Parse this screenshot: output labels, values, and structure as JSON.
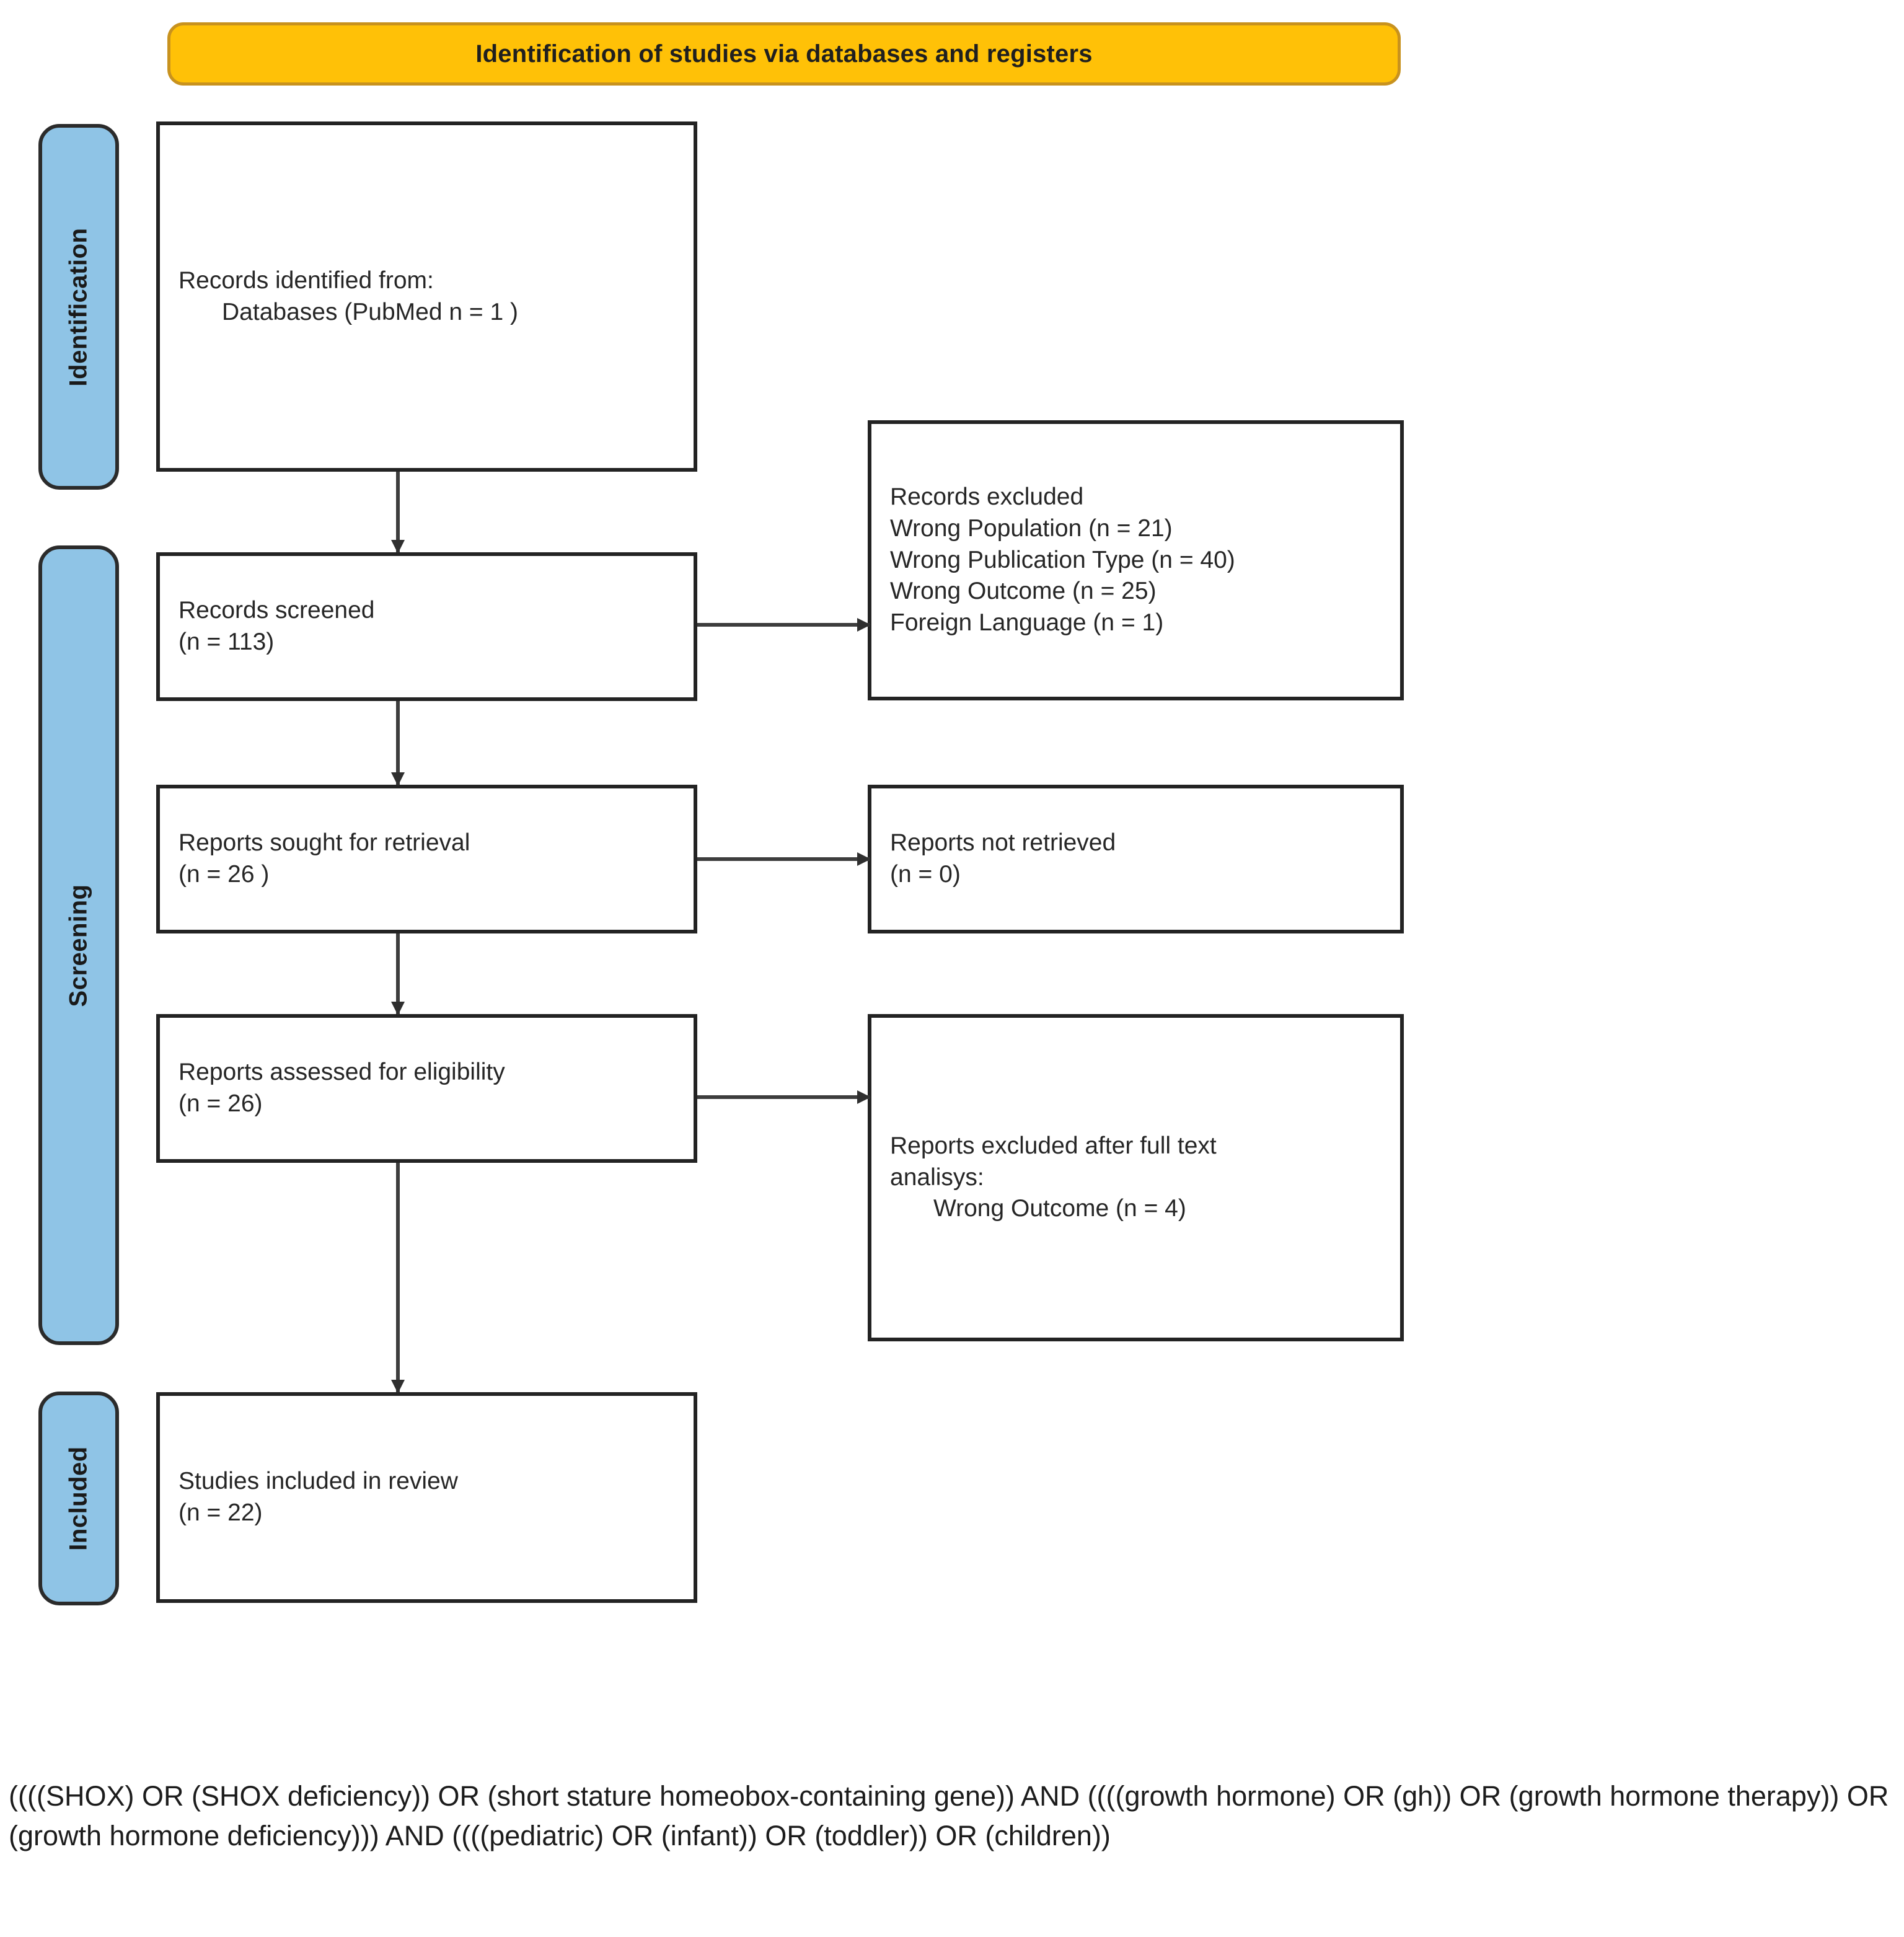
{
  "figure": {
    "type": "prisma-flow-diagram",
    "title": "Identification of studies via databases and registers"
  },
  "colors": {
    "banner_fill": "#FFC107",
    "banner_border": "#C8921E",
    "stage_fill": "#8FC4E6",
    "stage_border": "#2B2B2B",
    "box_fill": "#FFFFFF",
    "box_border": "#232323",
    "arrow": "#3D3D3D",
    "text": "#262626"
  },
  "banner": {
    "label": "Identification of studies via databases and registers"
  },
  "stages": [
    {
      "id": "identification",
      "label": "Identification"
    },
    {
      "id": "screening",
      "label": "Screening"
    },
    {
      "id": "included",
      "label": "Included"
    }
  ],
  "boxes": {
    "records_identified": {
      "line1": "Records identified from:",
      "line2": "Databases (PubMed n = 1 )"
    },
    "records_screened": {
      "line1": "Records screened",
      "line2": "(n = 113)"
    },
    "records_excluded": {
      "line1": "Records excluded",
      "line2": "Wrong Population (n = 21)",
      "line3": "Wrong Publication Type (n = 40)",
      "line4": "Wrong Outcome (n = 25)",
      "line5": "Foreign Language (n = 1)"
    },
    "reports_sought": {
      "line1": "Reports sought for retrieval",
      "line2": "(n = 26 )"
    },
    "reports_not_retrieved": {
      "line1": "Reports not retrieved",
      "line2": "(n = 0)"
    },
    "reports_assessed": {
      "line1": "Reports assessed for eligibility",
      "line2": "(n = 26)"
    },
    "reports_excluded_fulltext": {
      "line1": "Reports excluded after full text",
      "line2": "analisys:",
      "line3": "Wrong Outcome (n = 4)"
    },
    "studies_included": {
      "line1": "Studies included in review",
      "line2": "(n = 22)"
    }
  },
  "counts": {
    "databases_pubmed": 1,
    "records_screened": 113,
    "excluded_wrong_population": 21,
    "excluded_wrong_publication_type": 40,
    "excluded_wrong_outcome": 25,
    "excluded_foreign_language": 1,
    "reports_sought": 26,
    "reports_not_retrieved": 0,
    "reports_assessed": 26,
    "fulltext_excluded_wrong_outcome": 4,
    "studies_included": 22
  },
  "caption": {
    "search_query": "((((SHOX) OR (SHOX deficiency)) OR (short stature homeobox-containing gene)) AND ((((growth hormone) OR (gh)) OR (growth hormone therapy)) OR (growth hormone deficiency))) AND ((((pediatric) OR (infant)) OR (toddler)) OR (children))"
  }
}
